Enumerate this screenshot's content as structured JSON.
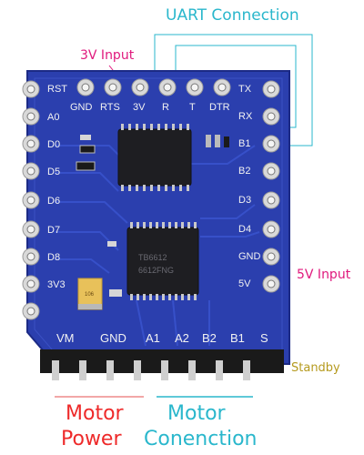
{
  "annotations": {
    "uart": "UART Connection",
    "input_3v": "3V Input",
    "input_5v": "5V Input",
    "standby": "Standby"
  },
  "captions": {
    "motor_power_line1": "Motor",
    "motor_power_line2": "Power",
    "motor_conn_line1": "Motor",
    "motor_conn_line2": "Conenction"
  },
  "board": {
    "top_pins": [
      "GND",
      "RTS",
      "3V",
      "R",
      "T",
      "DTR"
    ],
    "left_pins": [
      "RST",
      "A0",
      "D0",
      "D5",
      "D6",
      "D7",
      "D8",
      "3V3"
    ],
    "right_pins": [
      "TX",
      "RX",
      "B1",
      "B2",
      "D3",
      "D4",
      "GND",
      "5V"
    ],
    "bottom_pins": [
      "VM",
      "GND",
      "A1",
      "A2",
      "B2",
      "B1",
      "S"
    ],
    "chip_text_line1": "TB6612",
    "chip_text_line2": "6612FNG"
  },
  "colors": {
    "pcb": "#2b3fae",
    "uart_line": "#2ab7cc",
    "power_line": "#ee8a8a"
  }
}
